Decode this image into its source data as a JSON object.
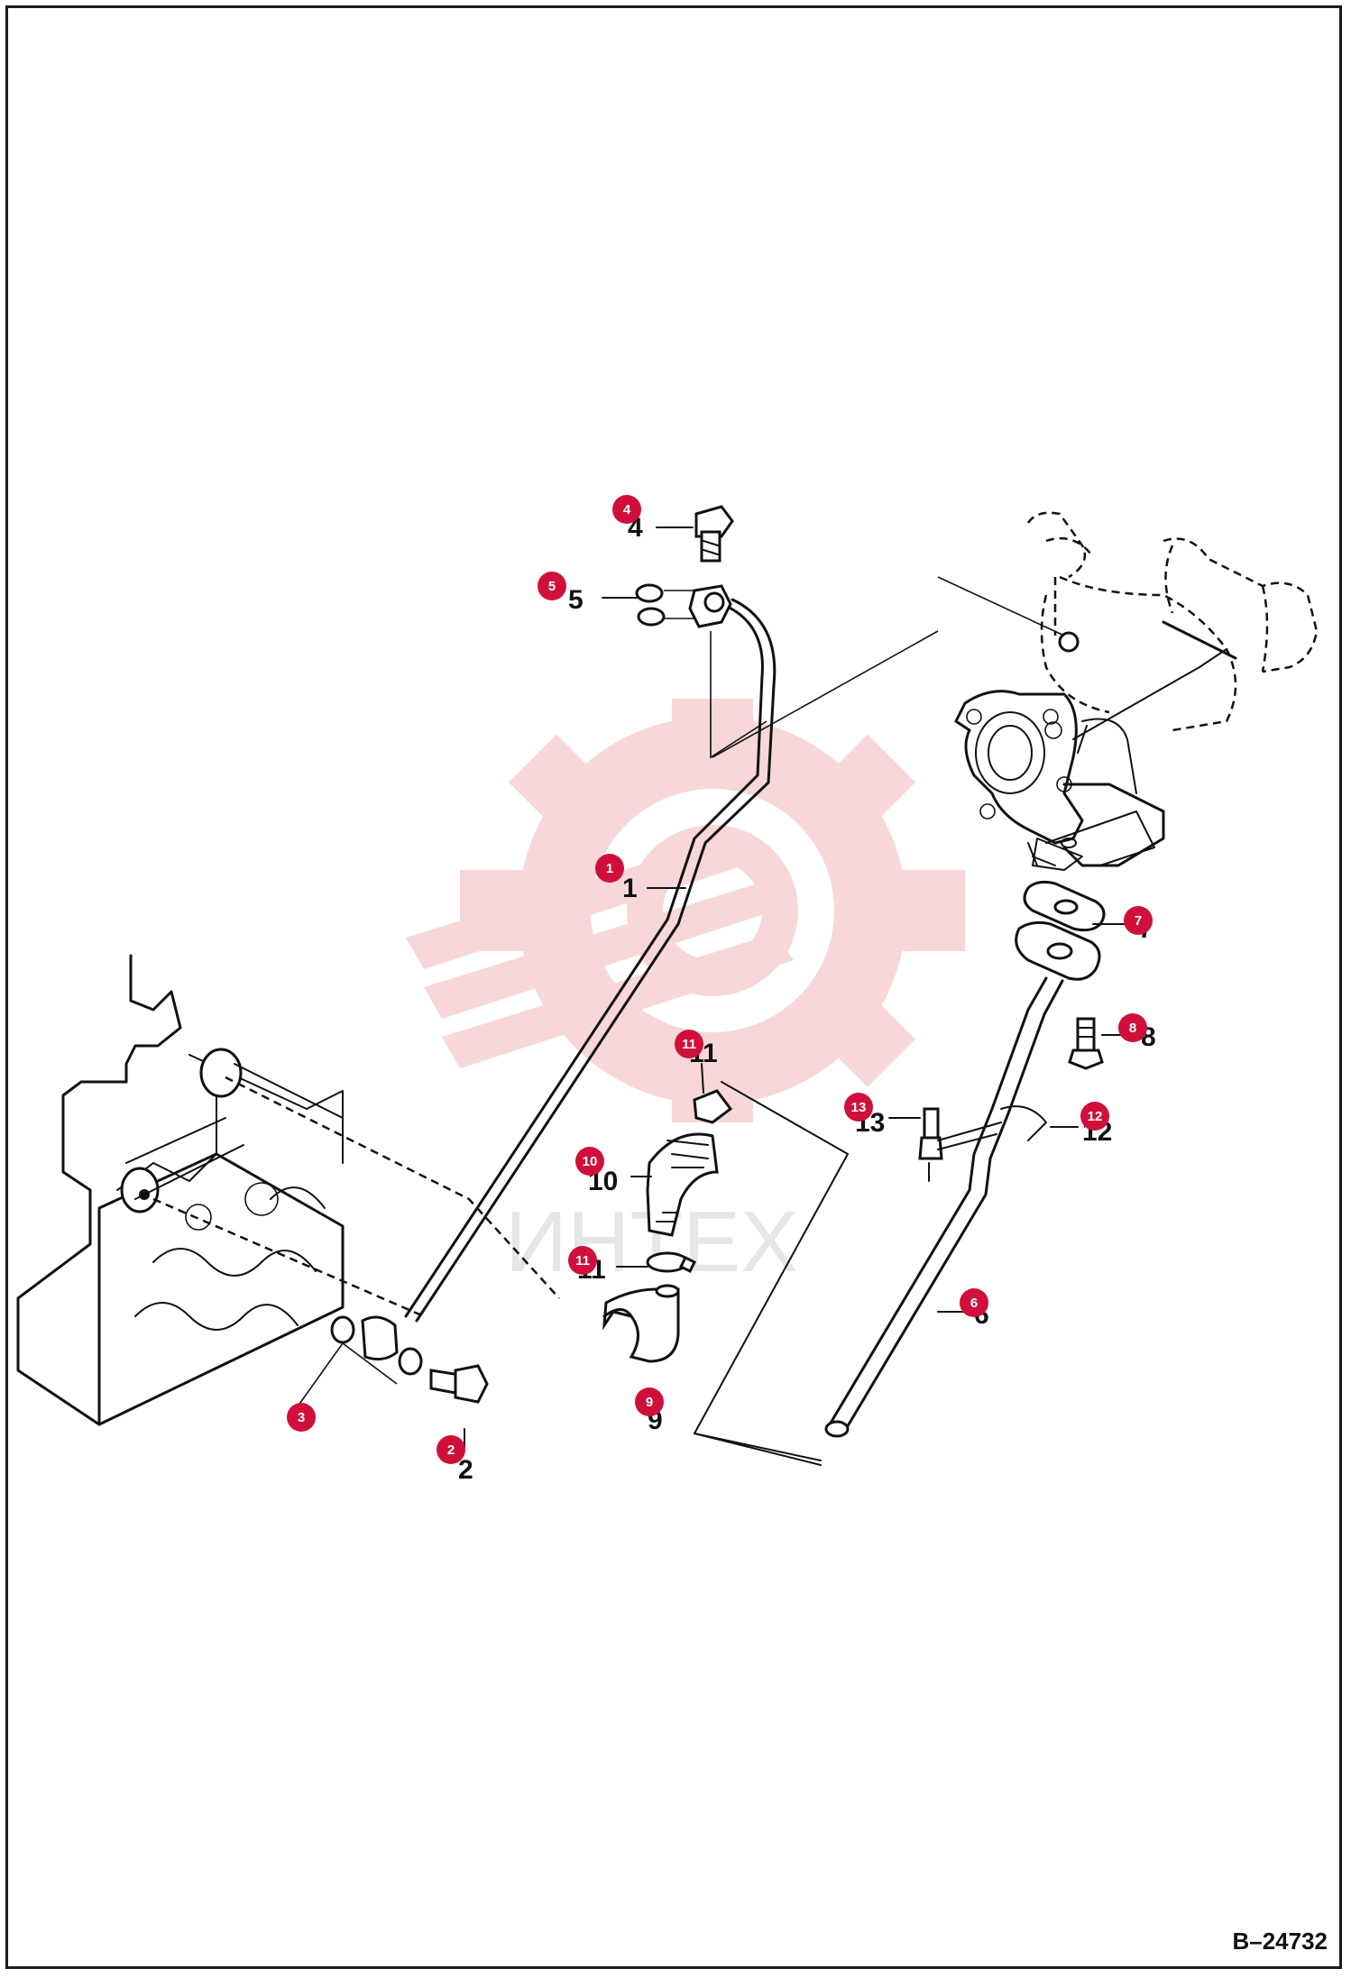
{
  "diagram": {
    "reference_code": "B–24732",
    "watermark_text": "ИНТЕХ",
    "accent_color": "#d0103a",
    "watermark_color": "#f2b8b8",
    "callouts": [
      {
        "id": "c4",
        "label": "4"
      },
      {
        "id": "c5",
        "label": "5"
      },
      {
        "id": "c1",
        "label": "1"
      },
      {
        "id": "c11a",
        "label": "11"
      },
      {
        "id": "c10",
        "label": "10"
      },
      {
        "id": "c11b",
        "label": "11"
      },
      {
        "id": "c9",
        "label": "9"
      },
      {
        "id": "c3",
        "label": "3"
      },
      {
        "id": "c2",
        "label": "2"
      },
      {
        "id": "c7",
        "label": "7"
      },
      {
        "id": "c8",
        "label": "8"
      },
      {
        "id": "c13",
        "label": "13"
      },
      {
        "id": "c12",
        "label": "12"
      },
      {
        "id": "c6",
        "label": "6"
      }
    ],
    "part_numbers": {
      "p4": "4",
      "p5": "5",
      "p1": "1",
      "p11a": "11",
      "p10": "10",
      "p11b": "11",
      "p9": "9",
      "p2": "2",
      "p7": "7",
      "p8": "8",
      "p13": "13",
      "p12": "12",
      "p6": "6"
    }
  }
}
